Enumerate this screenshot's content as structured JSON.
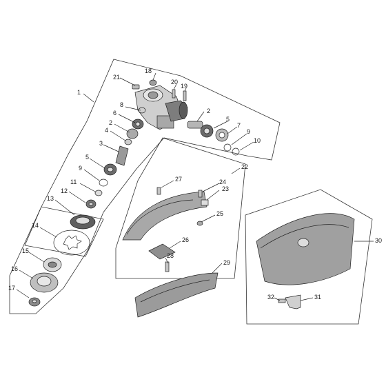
{
  "diagram": {
    "callouts": {
      "c1": "1",
      "c2a": "2",
      "c2b": "2",
      "c3": "3",
      "c4": "4",
      "c5a": "5",
      "c5b": "5",
      "c6": "6",
      "c7": "7",
      "c8": "8",
      "c9a": "9",
      "c9b": "9",
      "c10": "10",
      "c11": "11",
      "c12": "12",
      "c13": "13",
      "c14": "14",
      "c15": "15",
      "c16": "16",
      "c17": "17",
      "c18": "18",
      "c19": "19",
      "c20": "20",
      "c21": "21",
      "c22": "22",
      "c23": "23",
      "c24": "24",
      "c25": "25",
      "c26": "26",
      "c27": "27",
      "c28": "28",
      "c29": "29",
      "c30": "30",
      "c31": "31",
      "c32": "32"
    }
  }
}
